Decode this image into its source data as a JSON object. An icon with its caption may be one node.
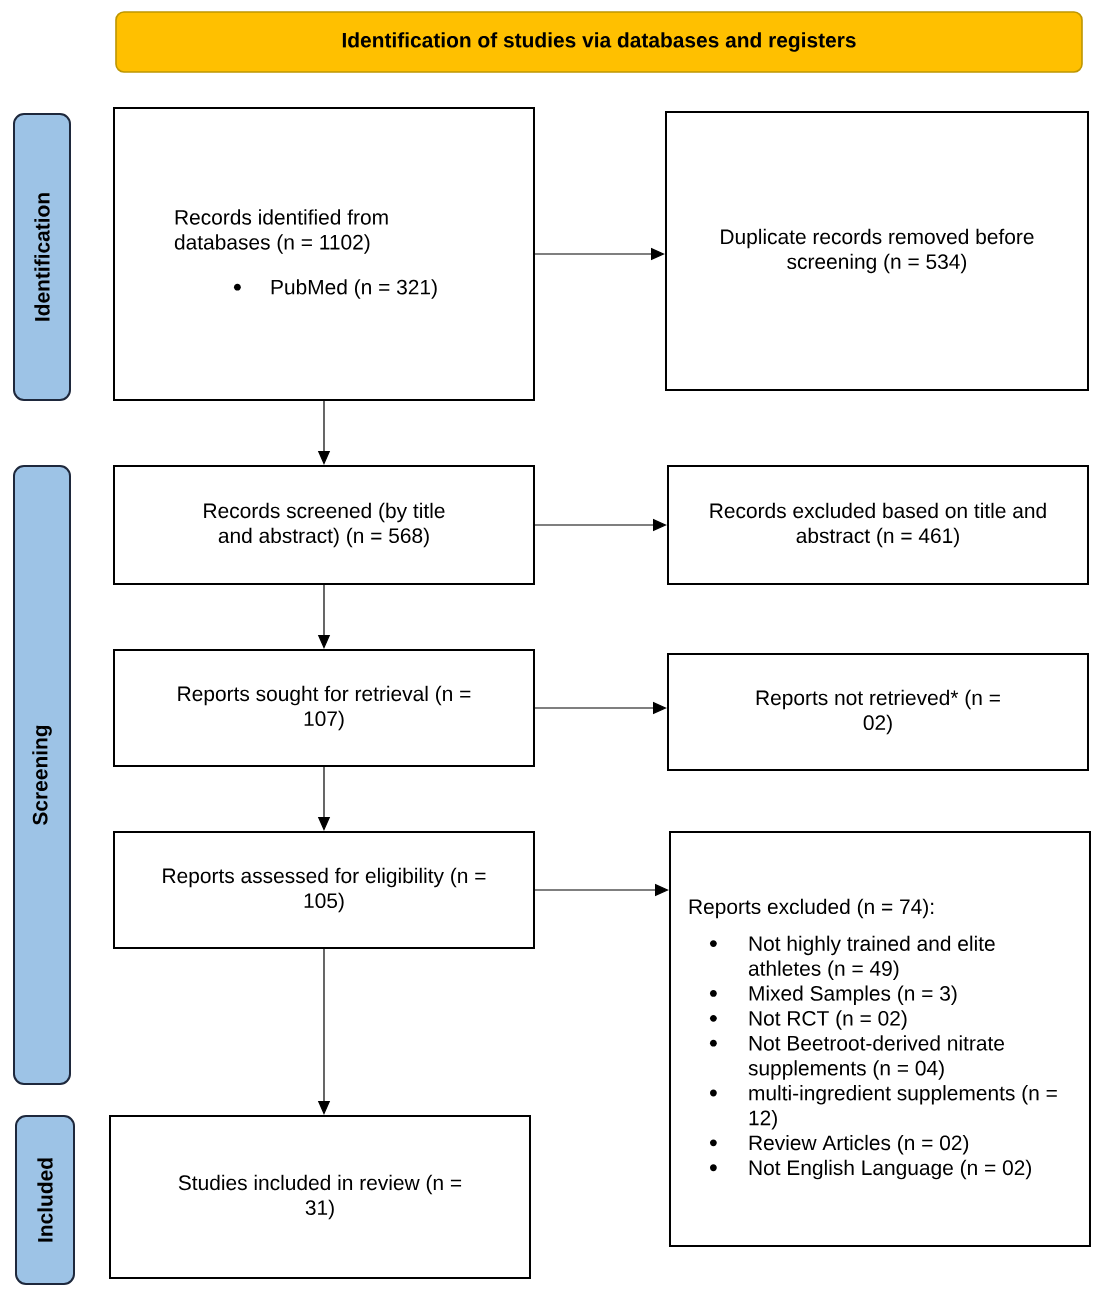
{
  "diagram": {
    "nodes": [
      {
        "text": [
          "Identification of studies via databases and registers"
        ]
      },
      {
        "text": [
          "Identification"
        ]
      },
      {
        "text": [
          "Screening"
        ]
      },
      {
        "text": [
          "Included"
        ]
      },
      {
        "text": [
          "Records identified from databases (n = 1102)",
          "PubMed (n = 321)"
        ]
      },
      {
        "text": [
          "Duplicate records removed before screening (n = 534)"
        ]
      },
      {
        "text": [
          "Records screened (by title and abstract) (n = 568)"
        ]
      },
      {
        "text": [
          "Records excluded based on title and abstract (n = 461)"
        ]
      },
      {
        "text": [
          "Reports sought for retrieval (n = 107)"
        ]
      },
      {
        "text": [
          "Reports not retrieved* (n = 02)"
        ]
      },
      {
        "text": [
          "Reports assessed for eligibility (n = 105)"
        ]
      },
      {
        "text": [
          "Reports excluded (n = 74):",
          "Not highly trained and elite athletes (n = 49)",
          "Mixed Samples (n = 3)",
          "Not RCT (n = 02)",
          "Not Beetroot-derived nitrate supplements (n = 04)",
          "multi-ingredient supplements (n = 12)",
          "Review Articles (n = 02)",
          "Not English Language (n = 02)"
        ]
      },
      {
        "text": [
          "Studies included in review (n = 31)"
        ]
      }
    ],
    "edges": [
      {
        "from": 4,
        "to": 5,
        "arrow": "to"
      },
      {
        "from": 4,
        "to": 6,
        "arrow": "to"
      },
      {
        "from": 6,
        "to": 7,
        "arrow": "to"
      },
      {
        "from": 6,
        "to": 8,
        "arrow": "to"
      },
      {
        "from": 8,
        "to": 9,
        "arrow": "to"
      },
      {
        "from": 8,
        "to": 10,
        "arrow": "to"
      },
      {
        "from": 10,
        "to": 11,
        "arrow": "to"
      },
      {
        "from": 10,
        "to": 12,
        "arrow": "to"
      }
    ]
  }
}
